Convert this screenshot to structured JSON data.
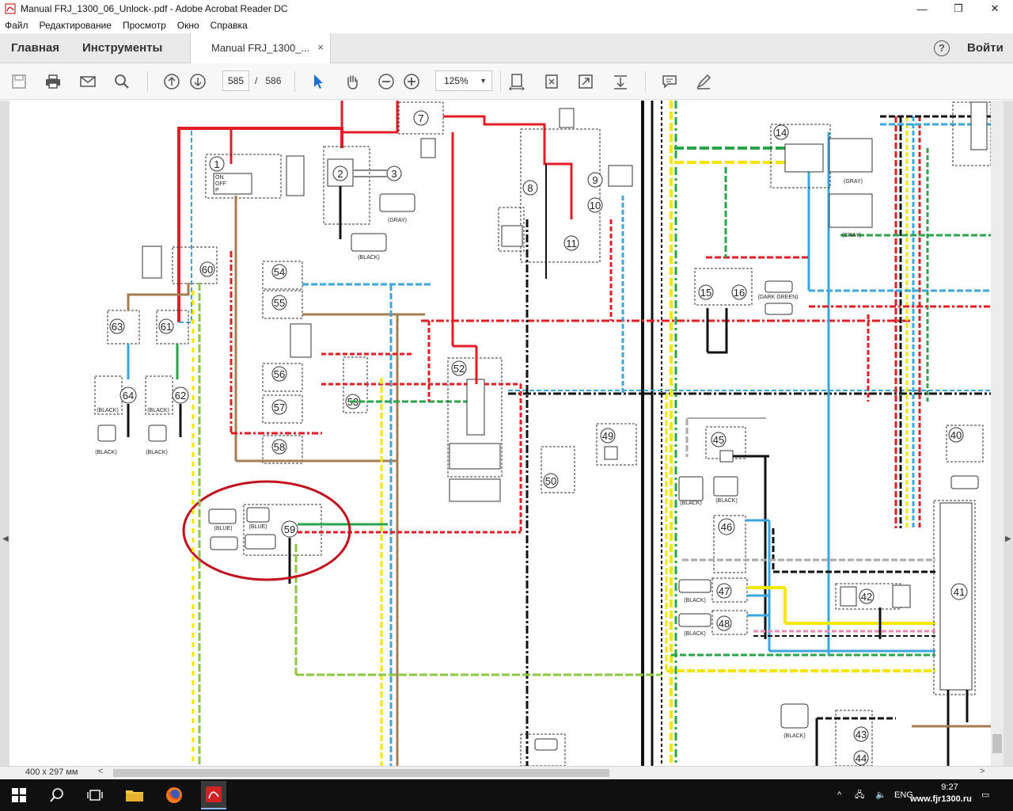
{
  "window": {
    "title": "Manual FRJ_1300_06_Unlock-.pdf - Adobe Acrobat Reader DC",
    "min": "—",
    "max": "❐",
    "close": "✕"
  },
  "menu": [
    "Файл",
    "Редактирование",
    "Просмотр",
    "Окно",
    "Справка"
  ],
  "tabs": {
    "home": "Главная",
    "tools": "Инструменты",
    "document": "Manual FRJ_1300_...",
    "close": "×",
    "help": "?",
    "signin": "Войти"
  },
  "toolbar": {
    "page_current": "585",
    "page_separator": "/",
    "page_total": "586",
    "zoom": "125%"
  },
  "status": {
    "page_size": "400 x 297 мм"
  },
  "taskbar": {
    "language": "ENG",
    "time": "9:27",
    "watermark": "www.fjr1300.ru"
  },
  "diagram": {
    "connector_labels": {
      "gray": "(GRAY)",
      "black": "(BLACK)",
      "blue": "(BLUE)",
      "dark_green": "(DARK GREEN)"
    },
    "component_numbers": [
      "1",
      "2",
      "3",
      "7",
      "8",
      "9",
      "10",
      "11",
      "14",
      "15",
      "16",
      "40",
      "41",
      "42",
      "43",
      "44",
      "45",
      "46",
      "47",
      "48",
      "49",
      "50",
      "52",
      "53",
      "54",
      "55",
      "56",
      "57",
      "58",
      "59",
      "60",
      "61",
      "62",
      "63",
      "64"
    ],
    "switch_positions": [
      "ON",
      "OFF",
      "P"
    ]
  }
}
